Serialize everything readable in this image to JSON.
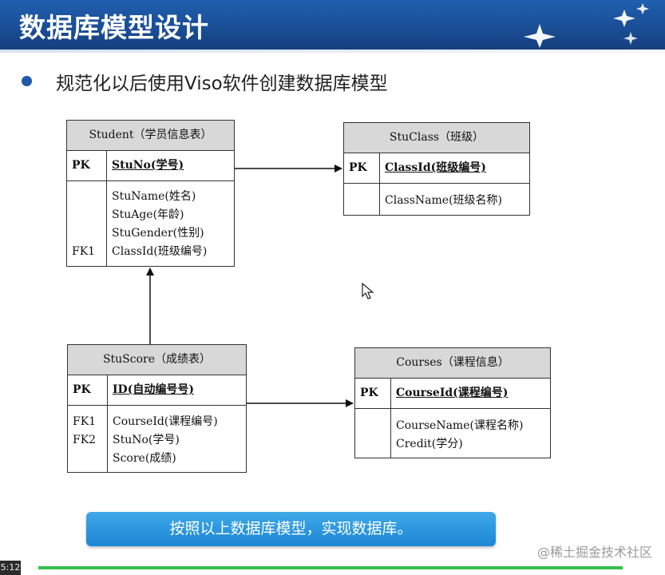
{
  "header": {
    "title": "数据库模型设计"
  },
  "bullet": {
    "text": "规范化以后使用Viso软件创建数据库模型"
  },
  "entities": {
    "student": {
      "title": "Student（学员信息表）",
      "pk_label": "PK",
      "pk_field": "StuNo(学号)",
      "attributes": [
        "StuName(姓名)",
        "StuAge(年龄)",
        "StuGender(性别)",
        "ClassId(班级编号)"
      ],
      "fk_labels": [
        "FK1"
      ]
    },
    "stuclass": {
      "title": "StuClass（班级）",
      "pk_label": "PK",
      "pk_field": "ClassId(班级编号)",
      "attributes": [
        "ClassName(班级名称)"
      ]
    },
    "stuscore": {
      "title": "StuScore（成绩表）",
      "pk_label": "PK",
      "pk_field": "ID(自动编号号)",
      "attributes": [
        "CourseId(课程编号)",
        "StuNo(学号)",
        "Score(成绩)"
      ],
      "fk_labels": [
        "FK1",
        "FK2"
      ]
    },
    "courses": {
      "title": "Courses（课程信息）",
      "pk_label": "PK",
      "pk_field": "CourseId(课程编号)",
      "attributes": [
        "CourseName(课程名称)",
        "Credit(学分)"
      ]
    }
  },
  "footer": {
    "button_label": "按照以上数据库模型，实现数据库。",
    "watermark": "@稀土掘金技术社区",
    "video_time": "5:12"
  },
  "colors": {
    "header_blue": "#1a4e97",
    "accent_blue": "#1e5aa8",
    "button_blue": "#1b86d4",
    "progress_green": "#35c04a"
  }
}
